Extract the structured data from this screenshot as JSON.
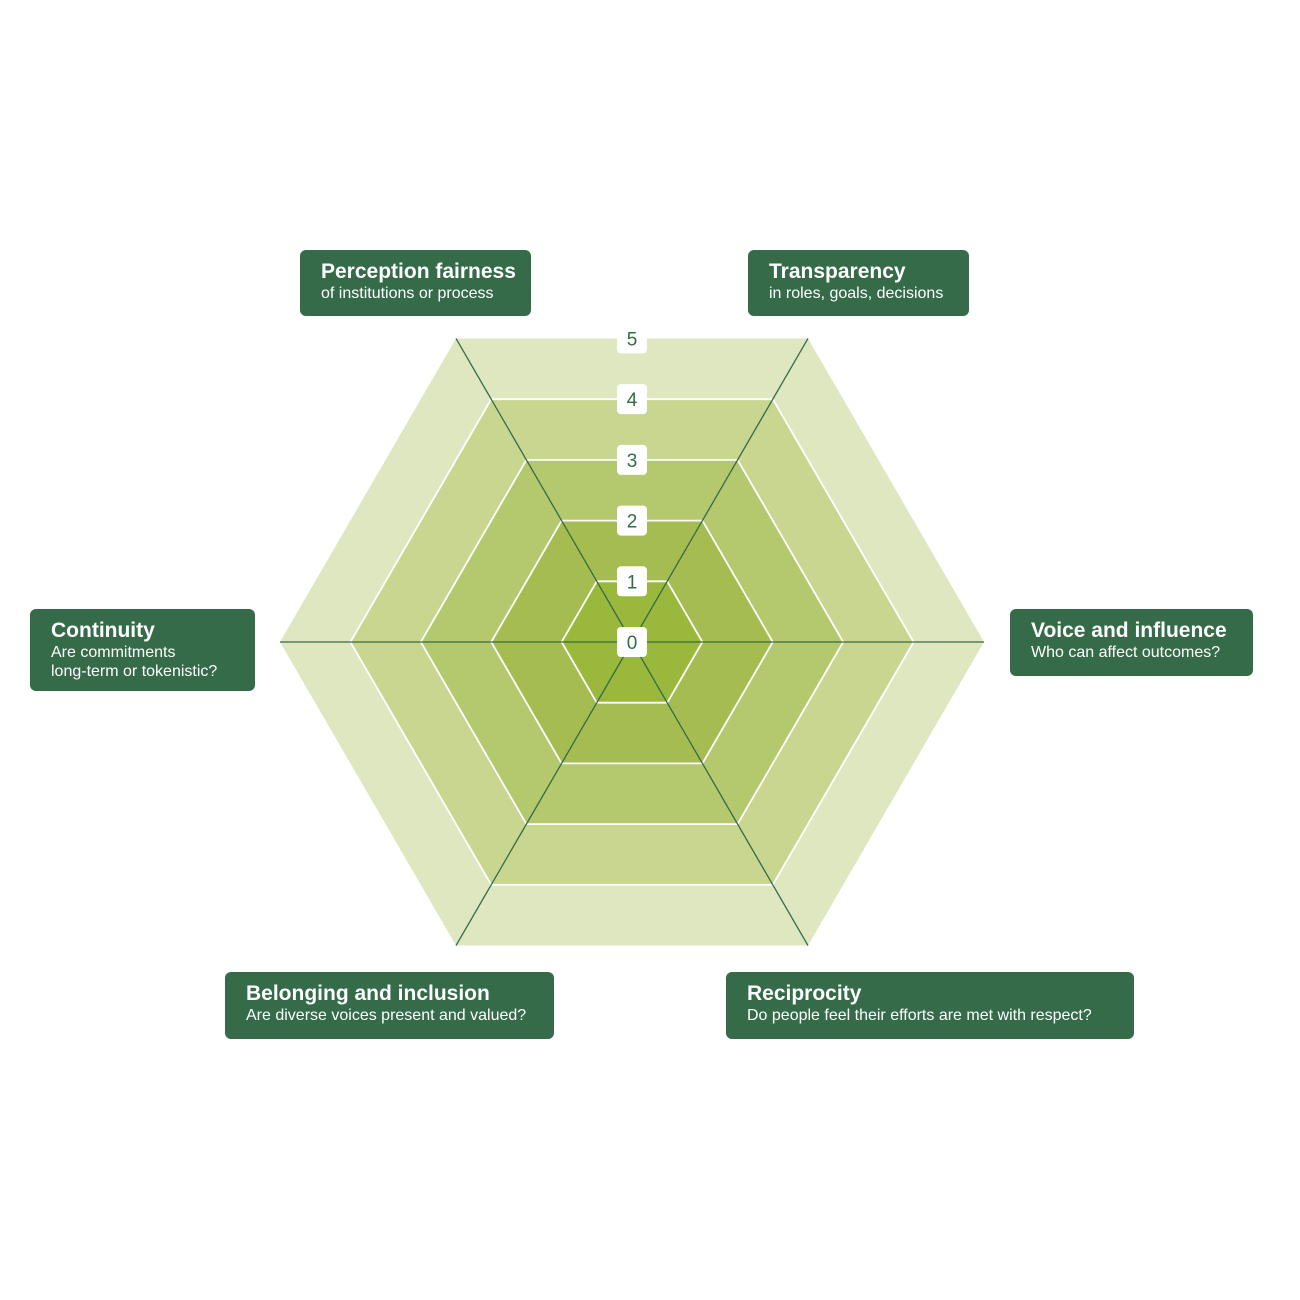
{
  "scale": {
    "min": 0,
    "max": 5,
    "ticks": [
      "0",
      "1",
      "2",
      "3",
      "4",
      "5"
    ]
  },
  "colors": {
    "label_bg": "#356b48",
    "axis_line": "#356b48",
    "ring_stroke": "#ffffff",
    "ring_fills": [
      "#9ab83b",
      "#a5bd50",
      "#b4c86d",
      "#c8d690",
      "#dee7bf"
    ]
  },
  "axes": [
    {
      "title": "Perception fairness",
      "subtitle": "of institutions or process"
    },
    {
      "title": "Transparency",
      "subtitle": "in roles, goals, decisions"
    },
    {
      "title": "Voice and influence",
      "subtitle": "Who can affect outcomes?"
    },
    {
      "title": "Reciprocity",
      "subtitle": "Do people feel their efforts are met with respect?"
    },
    {
      "title": "Belonging and inclusion",
      "subtitle": "Are diverse voices present and valued?"
    },
    {
      "title": "Continuity",
      "subtitle": "Are commitments\nlong-term or tokenistic?"
    }
  ]
}
